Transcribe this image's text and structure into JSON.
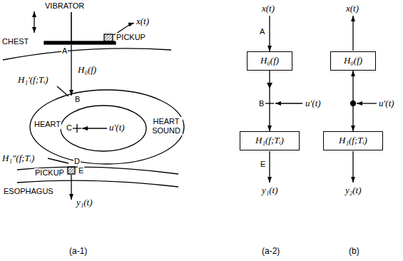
{
  "diagram": {
    "nodes": [
      {
        "text": [
          "H₀(f)"
        ]
      },
      {
        "text": [
          "H₁(f;Tᵢ)"
        ]
      },
      {
        "text": [
          "H₀(f)"
        ]
      },
      {
        "text": [
          "H₁(f;Tᵢ)"
        ]
      }
    ],
    "edges": [
      {
        "from": 0,
        "to": 1,
        "arrow": "to"
      },
      {
        "from": 2,
        "to": 3,
        "arrow": "both"
      }
    ],
    "labels": [
      "VIBRATOR",
      "x(t)",
      "PICKUP",
      "CHEST",
      "A",
      "H₀(f)",
      "H₁′(f;Tᵢ)",
      "B",
      "HEART",
      "C",
      "u′(t)",
      "HEART SOUND",
      "H₁″(f;Tᵢ)",
      "D",
      "PICKUP",
      "E",
      "ESOPHAGUS",
      "y₁(t)",
      "(a-1)",
      "x(t)",
      "A",
      "B",
      "u′(t)",
      "E",
      "y₁(t)",
      "(a-2)",
      "x(t)",
      "u′(t)",
      "y₂(t)",
      "(b)"
    ]
  }
}
